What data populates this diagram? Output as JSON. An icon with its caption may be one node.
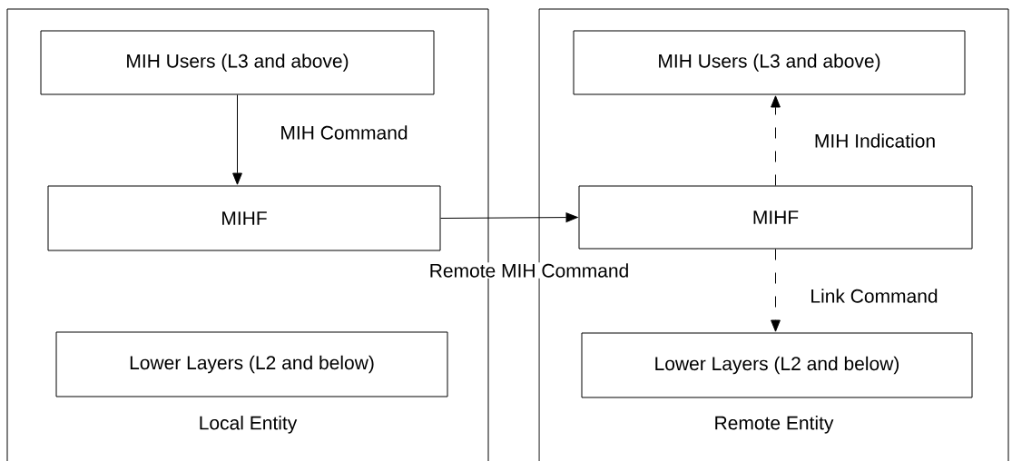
{
  "diagram": {
    "nodes": [
      {
        "text": [
          "Local Entity"
        ]
      },
      {
        "text": [
          "MIH Users (L3 and above)"
        ],
        "in": 0
      },
      {
        "text": [
          "MIHF"
        ],
        "in": 0
      },
      {
        "text": [
          "Lower Layers (L2 and below)"
        ],
        "in": 0
      },
      {
        "text": [
          "Remote Entity"
        ]
      },
      {
        "text": [
          "MIH Users (L3 and above)"
        ],
        "in": 4
      },
      {
        "text": [
          "MIHF"
        ],
        "in": 4
      },
      {
        "text": [
          "Lower Layers (L2 and below)"
        ],
        "in": 4
      }
    ],
    "edges": [
      {
        "from": 1,
        "to": 2,
        "arrow": "to",
        "label": "MIH Command"
      },
      {
        "from": 2,
        "to": 6,
        "arrow": "to",
        "label": "Remote MIH Command"
      },
      {
        "from": 6,
        "to": 5,
        "arrow": "to",
        "label": "MIH Indication",
        "style": "dashed"
      },
      {
        "from": 6,
        "to": 7,
        "arrow": "to",
        "label": "Link Command",
        "style": "dashed"
      }
    ]
  }
}
